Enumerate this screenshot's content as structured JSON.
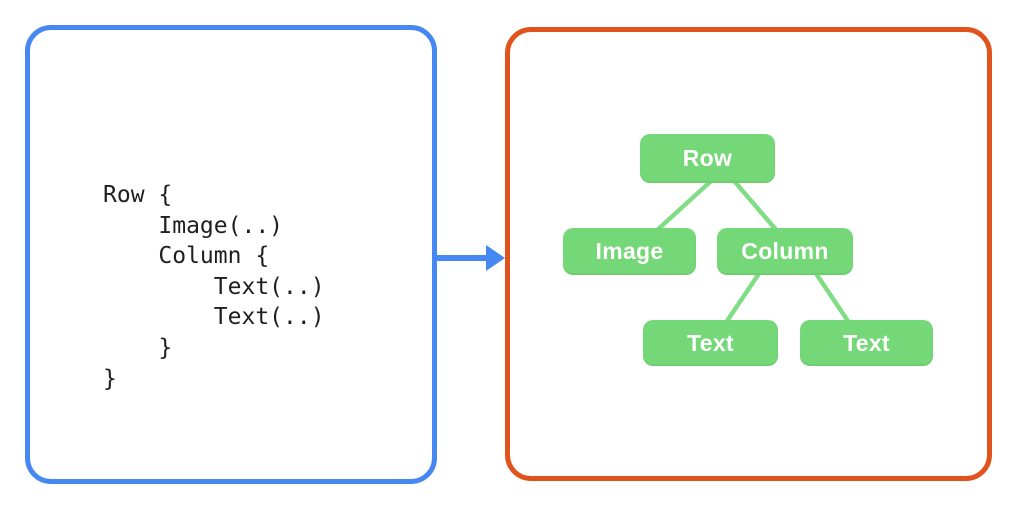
{
  "colors": {
    "background": "#ffffff",
    "code_panel_border": "#4688f1",
    "tree_panel_border": "#e1531c",
    "arrow": "#4688f1",
    "node_fill": "#75d878",
    "edge_stroke": "#80dd86",
    "node_text": "#ffffff",
    "code_text": "#1e1f21"
  },
  "code_panel": {
    "lines": [
      "Row {",
      "    Image(..)",
      "    Column {",
      "        Text(..)",
      "        Text(..)",
      "    }",
      "}"
    ]
  },
  "tree_panel": {
    "nodes": [
      {
        "id": "row",
        "label": "Row"
      },
      {
        "id": "image",
        "label": "Image"
      },
      {
        "id": "column",
        "label": "Column"
      },
      {
        "id": "text-left",
        "label": "Text"
      },
      {
        "id": "text-right",
        "label": "Text"
      }
    ],
    "edges": [
      {
        "from": "row",
        "to": "image"
      },
      {
        "from": "row",
        "to": "column"
      },
      {
        "from": "column",
        "to": "text-left"
      },
      {
        "from": "column",
        "to": "text-right"
      }
    ]
  }
}
